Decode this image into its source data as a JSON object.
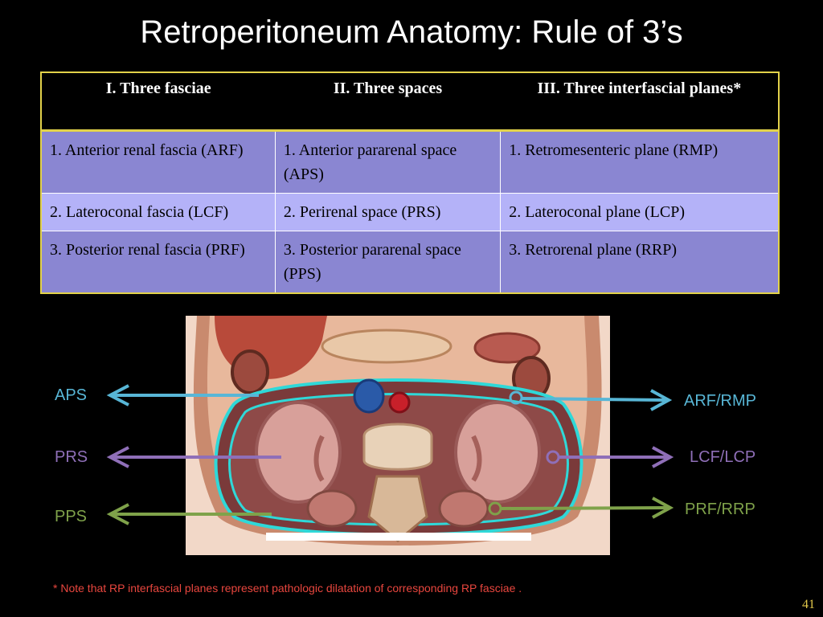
{
  "title": "Retroperitoneum Anatomy: Rule of 3’s",
  "table": {
    "headers": [
      "I. Three fasciae",
      "II. Three  spaces",
      "III. Three  interfascial planes*"
    ],
    "rows": [
      [
        "1. Anterior renal fascia (ARF)",
        "1. Anterior pararenal space (APS)",
        "1. Retromesenteric plane (RMP)"
      ],
      [
        "2. Lateroconal fascia (LCF)",
        "2. Perirenal space (PRS)",
        "2. Lateroconal plane (LCP)"
      ],
      [
        "3. Posterior renal fascia (PRF)",
        "3. Posterior pararenal space (PPS)",
        "3. Retrorenal plane (RRP)"
      ]
    ],
    "row_colors": [
      "#8a86d2",
      "#b4b2f8",
      "#8a86d2"
    ],
    "border_color": "#e2d24a"
  },
  "labels": {
    "left": [
      "APS",
      "PRS",
      "PPS"
    ],
    "right": [
      "ARF/RMP",
      "LCF/LCP",
      "PRF/RRP"
    ]
  },
  "arrow_colors": {
    "aps_arf": "#58b6d6",
    "prs_lcf": "#8f6fb8",
    "pps_prf": "#7fa24a"
  },
  "figure": {
    "icon": "abdomen-cross-section-illustration"
  },
  "footnote": "* Note that RP interfascial planes represent pathologic dilatation of  corresponding RP fasciae .",
  "page_number": "41"
}
